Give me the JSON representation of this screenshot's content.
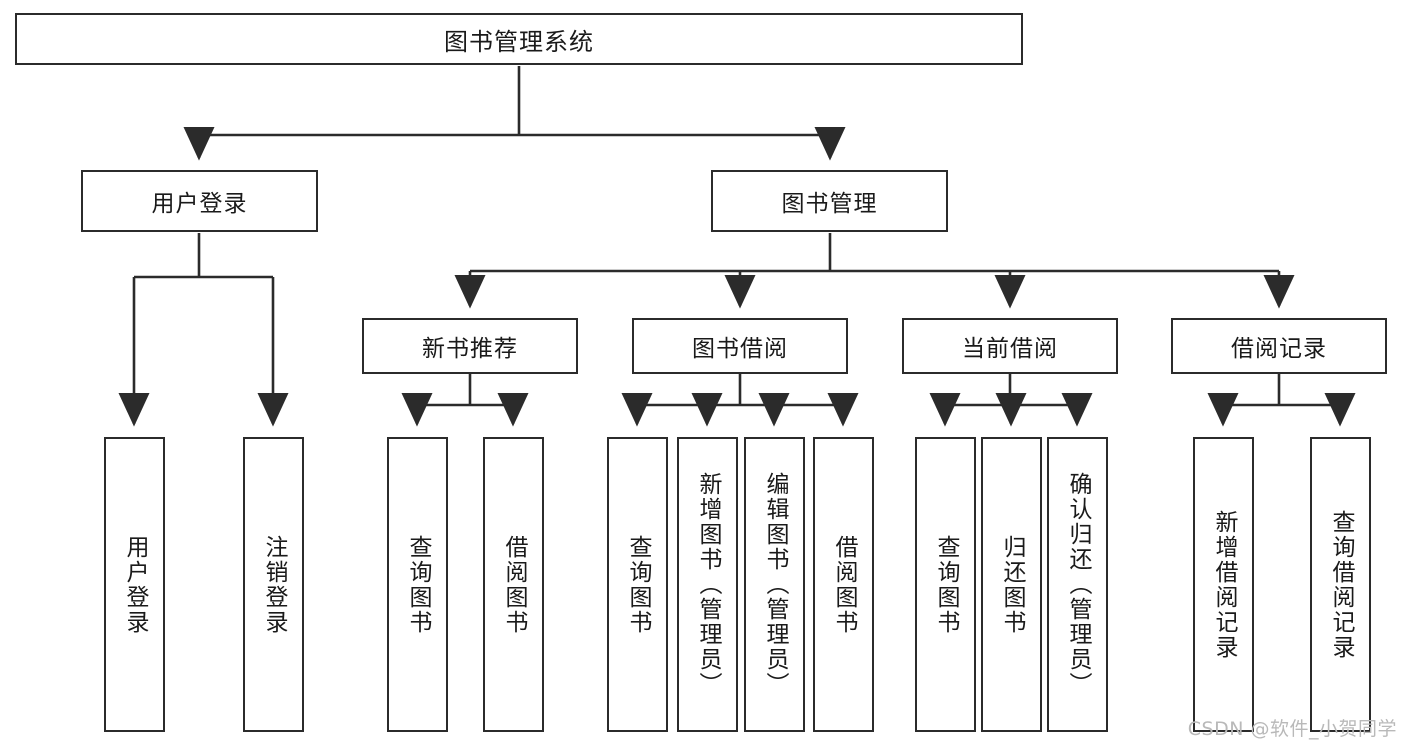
{
  "diagram": {
    "type": "tree-hierarchy-diagram",
    "title": "图书管理系统",
    "colors": {
      "box_border": "#2b2b2b",
      "box_fill": "#ffffff",
      "connector": "#2b2b2b",
      "text": "#1a1a1a",
      "watermark": "#b9b9b9",
      "background": "#ffffff"
    },
    "root": {
      "label": "图书管理系统",
      "orientation": "horizontal"
    },
    "level2": [
      {
        "label": "用户登录",
        "orientation": "horizontal"
      },
      {
        "label": "图书管理",
        "orientation": "horizontal"
      }
    ],
    "level3": [
      {
        "label": "新书推荐",
        "orientation": "horizontal"
      },
      {
        "label": "图书借阅",
        "orientation": "horizontal"
      },
      {
        "label": "当前借阅",
        "orientation": "horizontal"
      },
      {
        "label": "借阅记录",
        "orientation": "horizontal"
      }
    ],
    "leaves": {
      "user_login": [
        {
          "label": "用户登录",
          "orientation": "vertical"
        },
        {
          "label": "注销登录",
          "orientation": "vertical"
        }
      ],
      "new_book_recommend": [
        {
          "label": "查询图书",
          "orientation": "vertical"
        },
        {
          "label": "借阅图书",
          "orientation": "vertical"
        }
      ],
      "book_borrow": [
        {
          "label": "查询图书",
          "orientation": "vertical"
        },
        {
          "label": "新增图书（管理员）",
          "orientation": "vertical"
        },
        {
          "label": "编辑图书（管理员）",
          "orientation": "vertical"
        },
        {
          "label": "借阅图书",
          "orientation": "vertical"
        }
      ],
      "current_borrow": [
        {
          "label": "查询图书",
          "orientation": "vertical"
        },
        {
          "label": "归还图书",
          "orientation": "vertical"
        },
        {
          "label": "确认归还（管理员）",
          "orientation": "vertical"
        }
      ],
      "borrow_record": [
        {
          "label": "新增借阅记录",
          "orientation": "vertical"
        },
        {
          "label": "查询借阅记录",
          "orientation": "vertical"
        }
      ]
    },
    "watermark": "CSDN @软件_小贺同学"
  }
}
